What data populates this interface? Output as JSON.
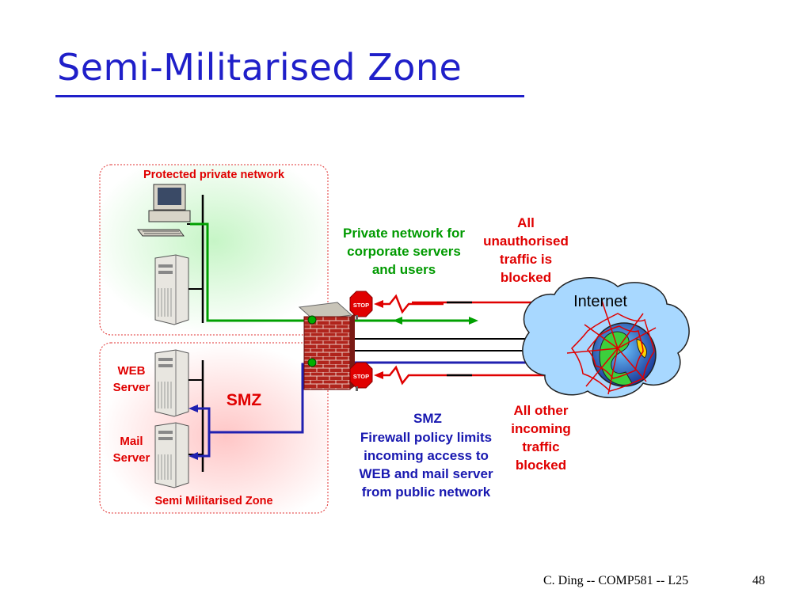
{
  "slide": {
    "title": "Semi-Militarised Zone",
    "footer_left": "C. Ding -- COMP581 -- L25",
    "page_number": "48"
  },
  "diagram": {
    "protected_zone_label": "Protected private network",
    "smz_zone_label": "Semi Militarised Zone",
    "smz_tag": "SMZ",
    "web_server_label": "WEB\nServer",
    "mail_server_label": "Mail\nServer",
    "internet_label": "Internet",
    "private_network_note": "Private network for\ncorporate servers\nand users",
    "unauthorised_note": "All\nunauthorised\ntraffic is\nblocked",
    "other_incoming_note": "All other\nincoming\ntraffic\nblocked",
    "smz_policy_title": "SMZ",
    "smz_policy_text": "Firewall policy limits\nincoming access to\nWEB and mail server\nfrom public network",
    "stop_sign_text": "STOP",
    "colors": {
      "title_blue": "#1f1fc9",
      "warning_red": "#e00000",
      "private_green": "#009a00",
      "smz_blue": "#1818b0",
      "internet_cloud": "#9fd4ff",
      "firewall_brick": "#b0241c"
    }
  }
}
